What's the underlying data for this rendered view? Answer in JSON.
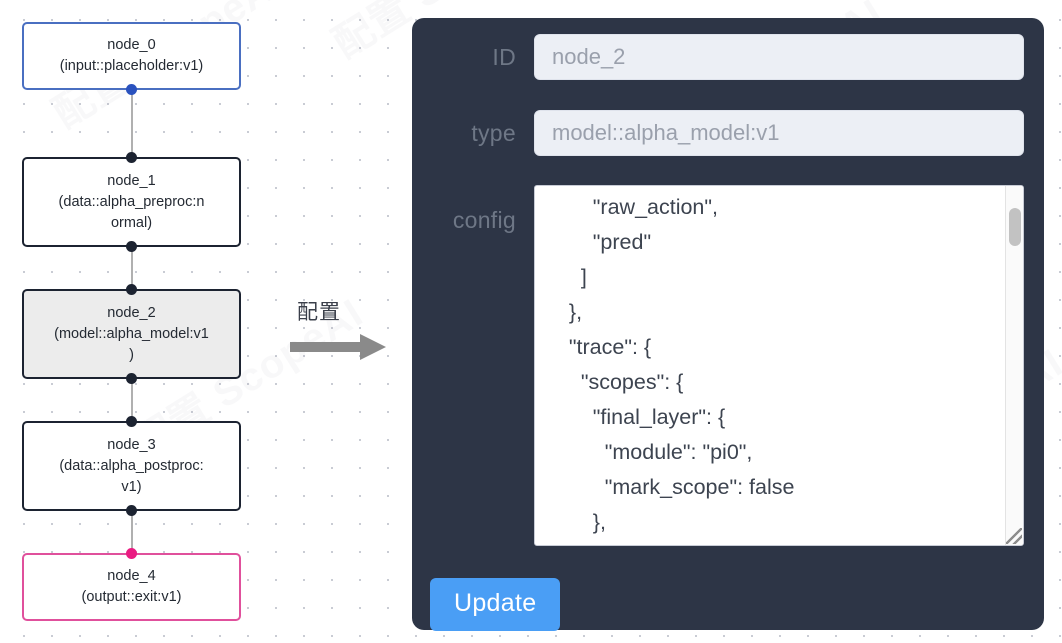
{
  "canvas": {
    "watermark_text": "配置 ScopeAI"
  },
  "graph": {
    "nodes": [
      {
        "id": "node_0",
        "title": "node_0",
        "subtitle": "(input::placeholder:v1)",
        "lines": [
          "node_0",
          "(input::placeholder:v1)"
        ],
        "kind": "input",
        "selected": false,
        "border_color": "#4a6fc1",
        "handle_color": "#2a52be"
      },
      {
        "id": "node_1",
        "title": "node_1",
        "subtitle": "(data::alpha_preproc:normal)",
        "lines": [
          "node_1",
          "(data::alpha_preproc:n",
          "ormal)"
        ],
        "kind": "data",
        "selected": false,
        "border_color": "#1c2331",
        "handle_color": "#1c2331"
      },
      {
        "id": "node_2",
        "title": "node_2",
        "subtitle": "(model::alpha_model:v1)",
        "lines": [
          "node_2",
          "(model::alpha_model:v1",
          ")"
        ],
        "kind": "model",
        "selected": true,
        "border_color": "#1c2331",
        "handle_color": "#1c2331"
      },
      {
        "id": "node_3",
        "title": "node_3",
        "subtitle": "(data::alpha_postproc:v1)",
        "lines": [
          "node_3",
          "(data::alpha_postproc:",
          "v1)"
        ],
        "kind": "data",
        "selected": false,
        "border_color": "#1c2331",
        "handle_color": "#1c2331"
      },
      {
        "id": "node_4",
        "title": "node_4",
        "subtitle": "(output::exit:v1)",
        "lines": [
          "node_4",
          "(output::exit:v1)"
        ],
        "kind": "output",
        "selected": false,
        "border_color": "#e0509c",
        "handle_color": "#ea1b82"
      }
    ]
  },
  "transition": {
    "label": "配置",
    "arrow_icon": "right-arrow-icon",
    "arrow_color": "#8a8a8a"
  },
  "panel": {
    "background_color": "#2d3546",
    "fields": [
      {
        "key": "id",
        "label": "ID",
        "value": "node_2",
        "placeholder": "node_2"
      },
      {
        "key": "type",
        "label": "type",
        "value": "model::alpha_model:v1",
        "placeholder": "model::alpha_model:v1"
      }
    ],
    "config": {
      "label": "config",
      "value": "        \"raw_action\",\n        \"pred\"\n      ]\n    },\n    \"trace\": {\n      \"scopes\": {\n        \"final_layer\": {\n          \"module\": \"pi0\",\n          \"mark_scope\": false\n        },\n        \"action_model\": {",
      "scrollbar": "vertical-scrollbar",
      "resize_grip": "resize-grip-icon"
    },
    "update_button": {
      "label": "Update",
      "color": "#4a9ef5"
    }
  }
}
